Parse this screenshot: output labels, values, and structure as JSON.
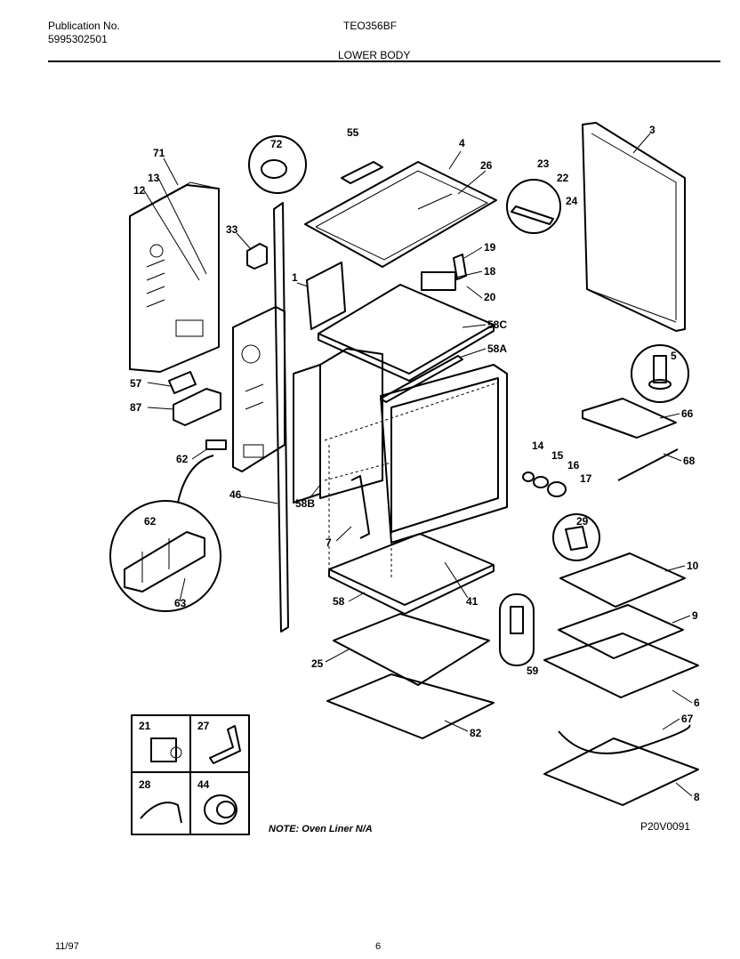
{
  "header": {
    "publication_label": "Publication No.",
    "publication_number": "5995302501",
    "model": "TEO356BF",
    "section": "LOWER BODY"
  },
  "callouts": {
    "c3": "3",
    "c4": "4",
    "c26": "26",
    "c23": "23",
    "c22": "22",
    "c24": "24",
    "c55": "55",
    "c72": "72",
    "c71": "71",
    "c13": "13",
    "c12": "12",
    "c33": "33",
    "c1": "1",
    "c19": "19",
    "c18": "18",
    "c20": "20",
    "c58c": "58C",
    "c58a": "58A",
    "c5": "5",
    "c57": "57",
    "c87": "87",
    "c66": "66",
    "c68": "68",
    "c62a": "62",
    "c14": "14",
    "c15": "15",
    "c16": "16",
    "c17": "17",
    "c46": "46",
    "c58b": "58B",
    "c62b": "62",
    "c29": "29",
    "c7": "7",
    "c10": "10",
    "c9": "9",
    "c63": "63",
    "c58": "58",
    "c41": "41",
    "c25": "25",
    "c59": "59",
    "c6": "6",
    "c82": "82",
    "c67": "67",
    "c8": "8",
    "b21": "21",
    "b27": "27",
    "b28": "28",
    "b44": "44"
  },
  "note": "NOTE: Oven Liner N/A",
  "figure_id": "P20V0091",
  "footer": {
    "date": "11/97",
    "page": "6"
  }
}
